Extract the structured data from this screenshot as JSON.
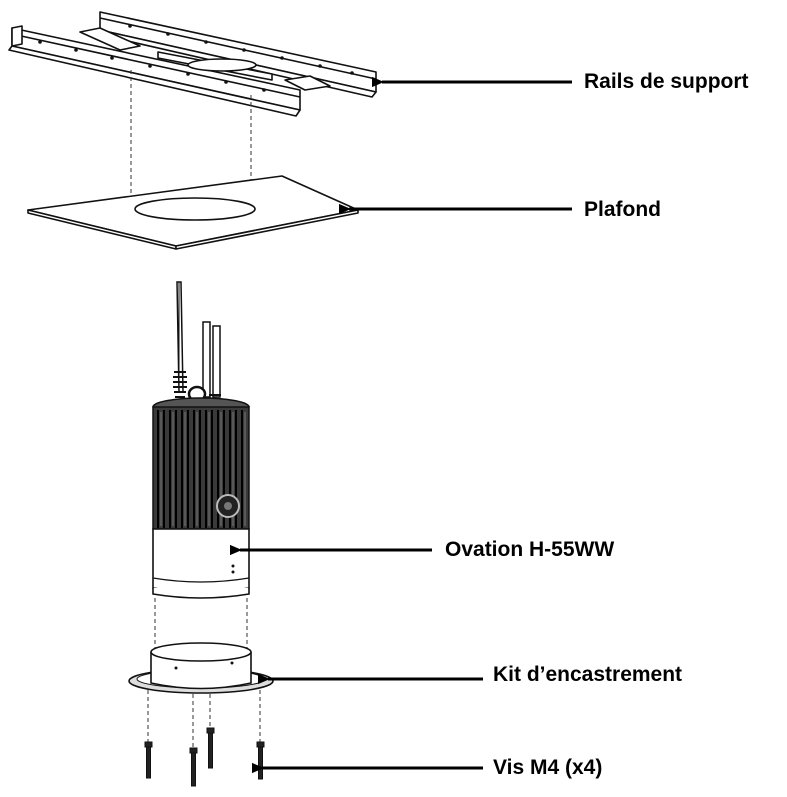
{
  "labels": {
    "rails": "Rails de support",
    "plafond": "Plafond",
    "ovation": "Ovation H-55WW",
    "kit": "Kit d’encastrement",
    "vis": "Vis M4 (x4)"
  }
}
